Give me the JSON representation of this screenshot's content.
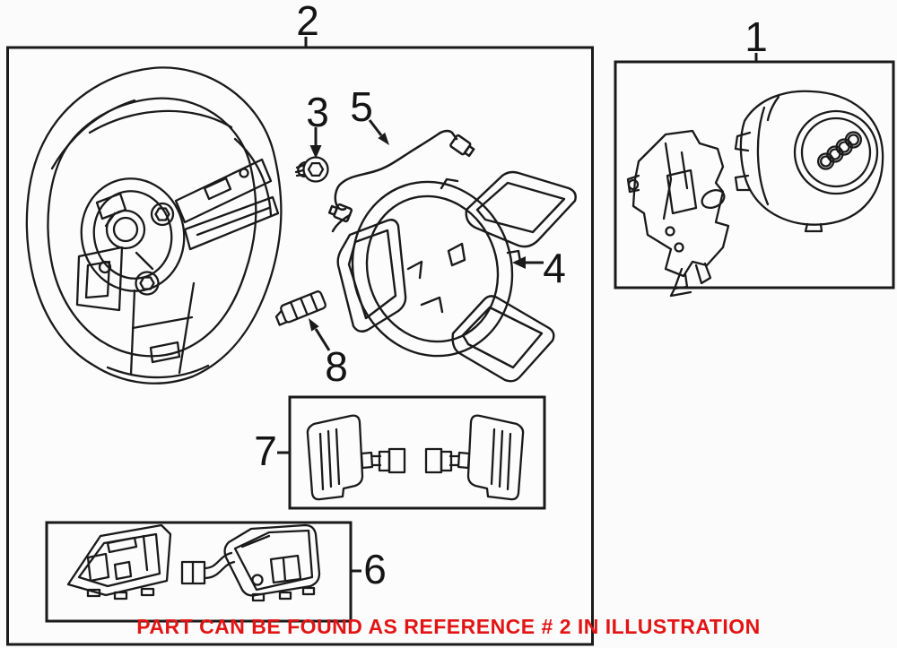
{
  "diagram": {
    "callouts": {
      "airbag_assembly": "1",
      "steering_wheel_assembly": "2",
      "bolt": "3",
      "trim_cover": "4",
      "wire_harness": "5",
      "switch_assembly": "6",
      "paddle_switches": "7",
      "connector_module": "8"
    },
    "footer_note": "PART CAN BE FOUND AS REFERENCE # 2 IN ILLUSTRATION"
  },
  "colors": {
    "line": "#1a1a1a",
    "background": "#fbfbfb",
    "box_fill": "#fcfcfc",
    "note_red": "#e31414"
  }
}
